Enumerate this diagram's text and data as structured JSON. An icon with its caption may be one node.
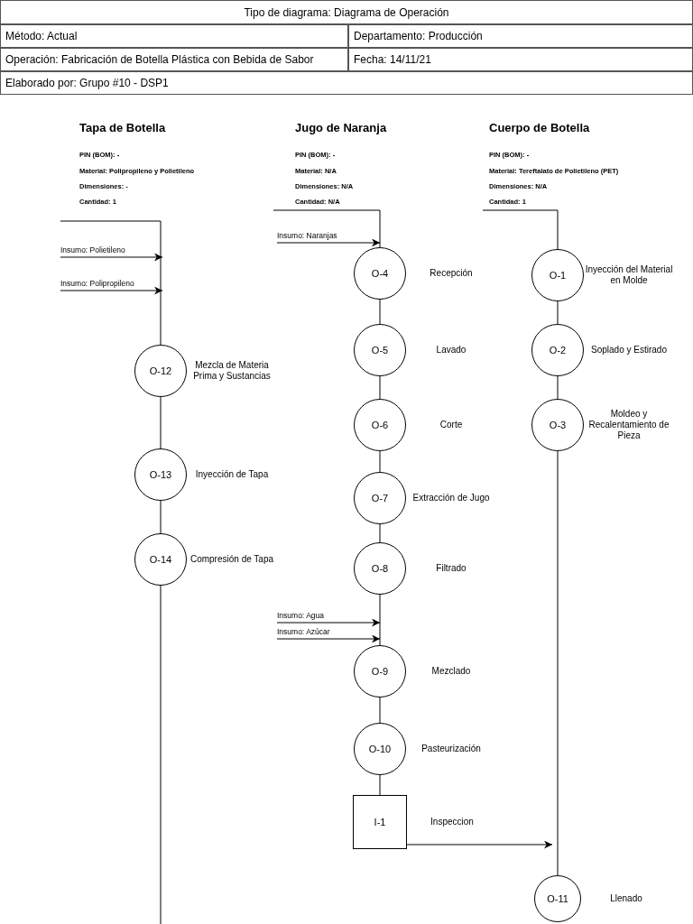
{
  "diagram": {
    "nodes": [
      {
        "text": [
          "Insumo: Polietileno"
        ]
      },
      {
        "text": [
          "Insumo: Polipropileno"
        ]
      },
      {
        "text": [
          "O-12"
        ],
        "beside": [
          "Mezcla de Materia Prima y Sustancias"
        ]
      },
      {
        "text": [
          "O-13"
        ],
        "beside": [
          "Inyección de Tapa"
        ]
      },
      {
        "text": [
          "O-14"
        ],
        "beside": [
          "Compresión de Tapa"
        ]
      },
      {
        "text": [
          "Insumo: Naranjas"
        ]
      },
      {
        "text": [
          "O-4"
        ],
        "beside": [
          "Recepción"
        ]
      },
      {
        "text": [
          "O-5"
        ],
        "beside": [
          "Lavado"
        ]
      },
      {
        "text": [
          "O-6"
        ],
        "beside": [
          "Corte"
        ]
      },
      {
        "text": [
          "O-7"
        ],
        "beside": [
          "Extracción de Jugo"
        ]
      },
      {
        "text": [
          "O-8"
        ],
        "beside": [
          "Filtrado"
        ]
      },
      {
        "text": [
          "Insumo: Agua"
        ]
      },
      {
        "text": [
          "Insumo: Azúcar"
        ]
      },
      {
        "text": [
          "O-9"
        ],
        "beside": [
          "Mezclado"
        ]
      },
      {
        "text": [
          "O-10"
        ],
        "beside": [
          "Pasteurización"
        ]
      },
      {
        "text": [
          "I-1"
        ],
        "beside": [
          "Inspeccion"
        ]
      },
      {
        "text": [
          "O-1"
        ],
        "beside": [
          "Inyección del Material en Molde"
        ]
      },
      {
        "text": [
          "O-2"
        ],
        "beside": [
          "Soplado y Estirado"
        ]
      },
      {
        "text": [
          "O-3"
        ],
        "beside": [
          "Moldeo y Recalentamiento de Pieza"
        ]
      },
      {
        "text": [
          "O-11"
        ],
        "beside": [
          "Llenado"
        ]
      }
    ],
    "edges": [
      {
        "from": null,
        "to": 2,
        "arrow": "none"
      },
      {
        "from": 0,
        "to": null,
        "arrow": "to"
      },
      {
        "from": 1,
        "to": null,
        "arrow": "to"
      },
      {
        "from": 2,
        "to": 3,
        "arrow": "none"
      },
      {
        "from": 3,
        "to": 4,
        "arrow": "none"
      },
      {
        "from": 4,
        "to": null,
        "arrow": "none"
      },
      {
        "from": null,
        "to": 6,
        "arrow": "none"
      },
      {
        "from": 5,
        "to": 6,
        "arrow": "to"
      },
      {
        "from": 6,
        "to": 7,
        "arrow": "none"
      },
      {
        "from": 7,
        "to": 8,
        "arrow": "none"
      },
      {
        "from": 8,
        "to": 9,
        "arrow": "none"
      },
      {
        "from": 9,
        "to": 10,
        "arrow": "none"
      },
      {
        "from": 10,
        "to": 13,
        "arrow": "none"
      },
      {
        "from": 11,
        "to": 13,
        "arrow": "to"
      },
      {
        "from": 12,
        "to": 13,
        "arrow": "to"
      },
      {
        "from": 13,
        "to": 14,
        "arrow": "none"
      },
      {
        "from": 14,
        "to": 15,
        "arrow": "none"
      },
      {
        "from": 15,
        "to": 19,
        "arrow": "to"
      },
      {
        "from": null,
        "to": 16,
        "arrow": "none"
      },
      {
        "from": 16,
        "to": 17,
        "arrow": "none"
      },
      {
        "from": 17,
        "to": 18,
        "arrow": "none"
      },
      {
        "from": 18,
        "to": 19,
        "arrow": "none"
      }
    ],
    "labels": [
      "Tipo de diagrama: Diagrama de Operación",
      "Método: Actual",
      "Departamento: Producción",
      "Operación: Fabricación de Botella Plástica con Bebida de Sabor",
      "Fecha: 14/11/21",
      "Elaborado por: Grupo #10 - DSP1",
      "Tapa de Botella",
      "PIN (BOM): -",
      "Material: Polipropileno y Polietileno",
      "Dimensiones: -",
      "Cantidad: 1",
      "Jugo de Naranja",
      "PIN (BOM): -",
      "Material: N/A",
      "Dimensiones: N/A",
      "Cantidad: N/A",
      "Cuerpo de Botella",
      "PIN (BOM): -",
      "Material: Tereftalato de Polietileno (PET)",
      "Dimensiones: N/A",
      "Cantidad: 1"
    ]
  }
}
